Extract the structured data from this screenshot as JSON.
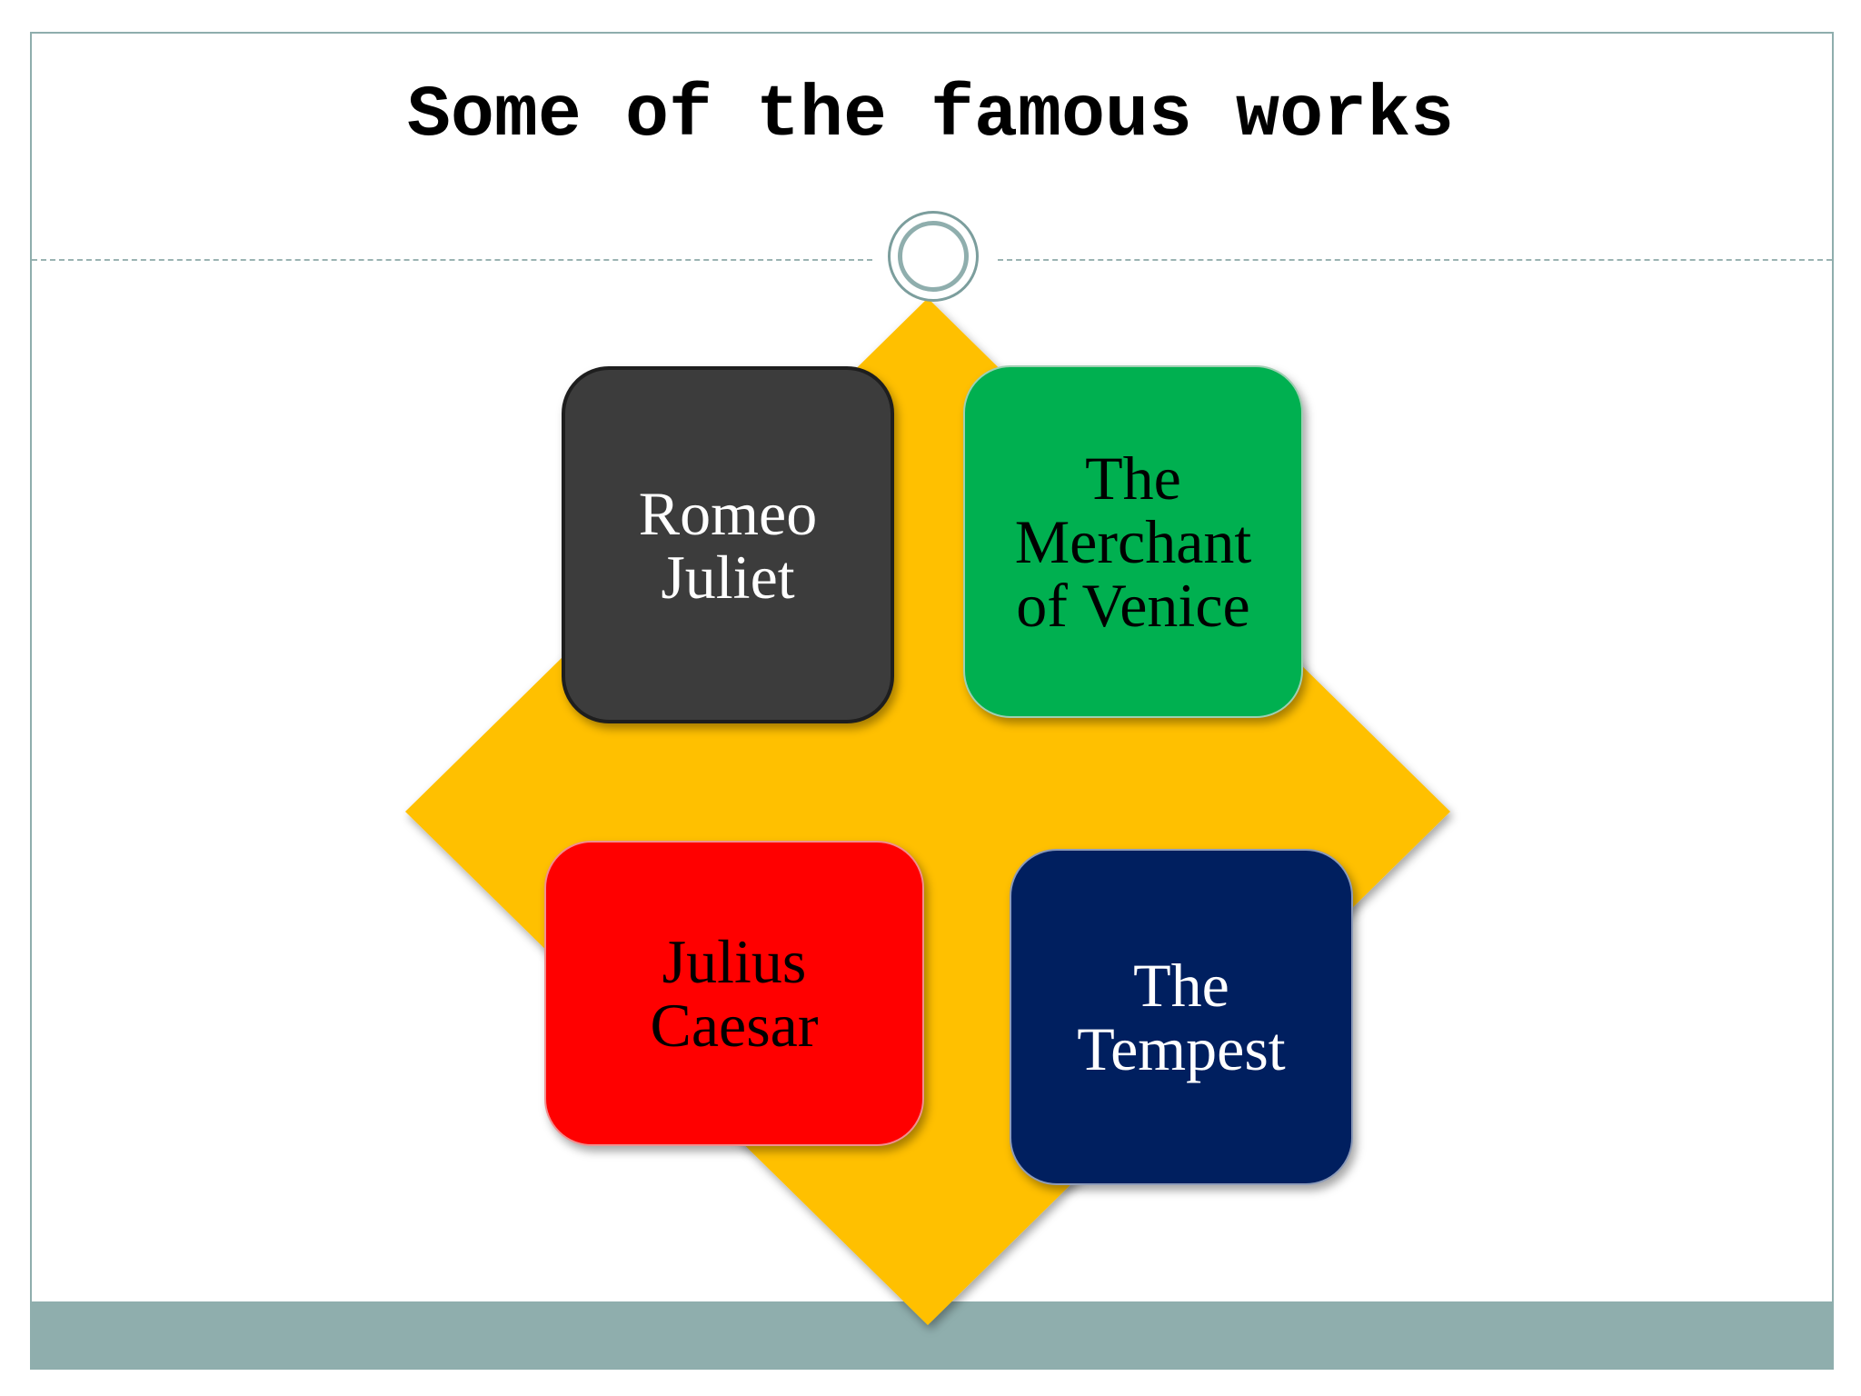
{
  "slide": {
    "title": "Some of the famous works"
  },
  "diagram": {
    "center_shape_color": "#ffc000",
    "tiles": [
      {
        "label": "Romeo\nJuliet",
        "color": "#3c3c3c",
        "text_color": "#ffffff"
      },
      {
        "label": "The\nMerchant\nof Venice",
        "color": "#00b050",
        "text_color": "#000000"
      },
      {
        "label": "Julius\nCaesar",
        "color": "#ff0000",
        "text_color": "#000000"
      },
      {
        "label": "The\nTempest",
        "color": "#001f5f",
        "text_color": "#ffffff"
      }
    ]
  },
  "theme": {
    "accent": "#8faead"
  }
}
